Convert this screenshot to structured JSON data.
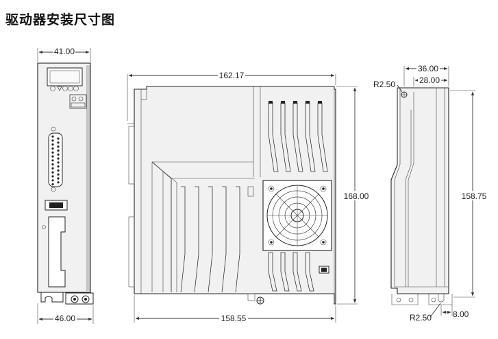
{
  "title": "驱动器安装尺寸图",
  "dimensions": {
    "front_top_width": "41.00",
    "front_bottom_width": "46.00",
    "side_top_width": "162.17",
    "side_bottom_width": "158.55",
    "side_height": "168.00",
    "right_top_outer": "36.00",
    "right_top_inner": "28.00",
    "right_top_radius": "R2.50",
    "right_height": "158.75",
    "right_bottom_radius": "R2.50",
    "right_bottom_offset": "8.00"
  }
}
